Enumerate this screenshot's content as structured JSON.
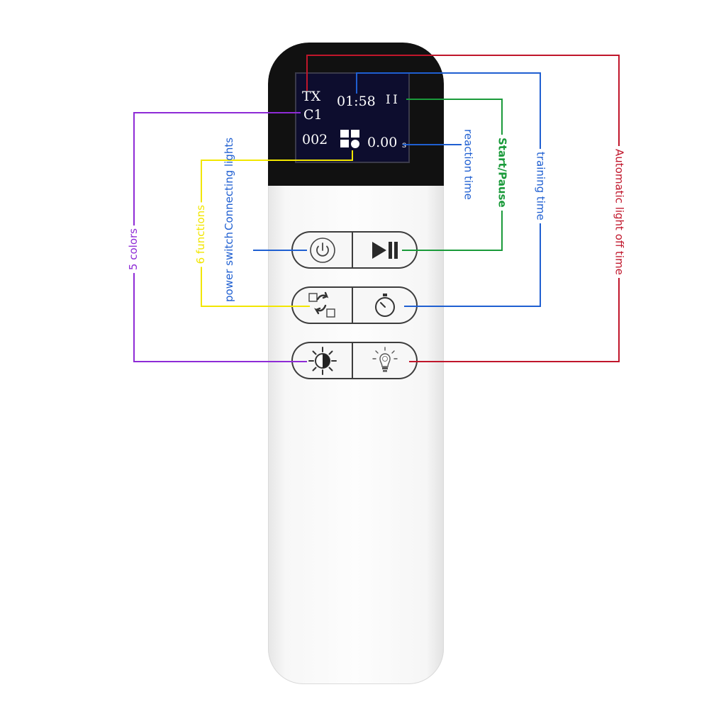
{
  "screen": {
    "tx": "TX",
    "channel": "C1",
    "training_time": "01:58",
    "pause_symbol": "I I",
    "count": "002",
    "reaction_time": "0.00",
    "reaction_unit": "s"
  },
  "annotations": {
    "automatic_light_off_time": "Automatic light off time",
    "training_time": "training time",
    "start_pause": "Start/Pause",
    "reaction_time": "reaction time",
    "power_switch": "power switch",
    "connecting_lights": "Connecting lights",
    "six_functions": "6 functions",
    "five_colors": "5 colors"
  },
  "colors": {
    "red": "#c0162b",
    "blue": "#1f5fd1",
    "green": "#1a9a3a",
    "yellow": "#f2e600",
    "purple": "#8e2bd6"
  },
  "icons": {
    "power": "power-icon",
    "play_pause": "play-pause-icon",
    "mode": "mode-switch-icon",
    "stopwatch": "stopwatch-icon",
    "color": "brightness-contrast-icon",
    "light_timer": "light-bulb-icon"
  }
}
